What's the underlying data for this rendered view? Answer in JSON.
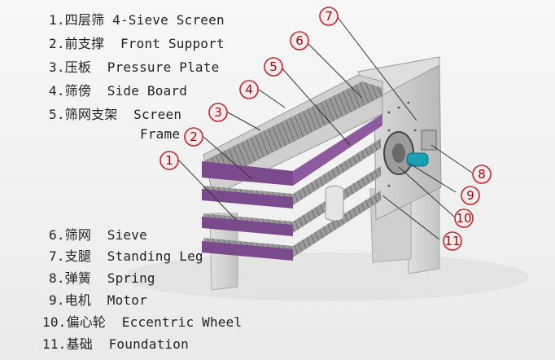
{
  "legend_top": [
    {
      "num": "1.",
      "zh": "四层筛",
      "en": "4-Sieve Screen"
    },
    {
      "num": "2.",
      "zh": "前支撑",
      "en": "Front Support"
    },
    {
      "num": "3.",
      "zh": "压板",
      "en": "Pressure Plate"
    },
    {
      "num": "4.",
      "zh": "筛傍",
      "en": "Side Board"
    },
    {
      "num": "5.",
      "zh": "筛网支架",
      "en": "Screen"
    }
  ],
  "legend_top_extra": "Frame",
  "legend_bottom": [
    {
      "num": "6.",
      "zh": "筛网",
      "en": "Sieve"
    },
    {
      "num": "7.",
      "zh": "支腿",
      "en": "Standing Leg"
    },
    {
      "num": "8.",
      "zh": "弹簧",
      "en": "Spring"
    },
    {
      "num": "9.",
      "zh": "电机",
      "en": "Motor"
    },
    {
      "num": "10.",
      "zh": "偏心轮",
      "en": "Eccentric Wheel"
    },
    {
      "num": "11.",
      "zh": "基础",
      "en": "Foundation"
    }
  ],
  "callouts": [
    "1",
    "2",
    "3",
    "4",
    "5",
    "6",
    "7",
    "8",
    "9",
    "10",
    "11"
  ],
  "colors": {
    "frame": "#7b4a8c",
    "steel": "#c9c9c9",
    "mesh": "#8c8c8c",
    "callout": "#c0282d",
    "motor": "#1aa0b4"
  }
}
